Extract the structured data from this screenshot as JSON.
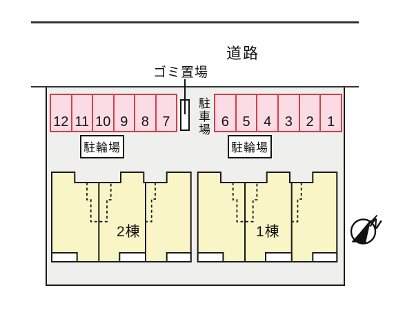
{
  "labels": {
    "road": "道路",
    "garbage": "ゴミ置場",
    "parking_lot_vertical": "駐車場",
    "bicycle_parking_left": "駐輪場",
    "bicycle_parking_right": "駐輪場",
    "building_left": "2棟",
    "building_right": "1棟",
    "compass_north": "N"
  },
  "parking": {
    "left_row": [
      "12",
      "11",
      "10",
      "9",
      "8",
      "7"
    ],
    "right_row": [
      "6",
      "5",
      "4",
      "3",
      "2",
      "1"
    ]
  },
  "colors": {
    "parking_space_fill": "#fbdce4",
    "parking_space_border": "#d43d47",
    "building_fill": "#faf5c6",
    "site_fill": "#efefed",
    "outline": "#1a1a1a",
    "road_line": "#333333"
  }
}
